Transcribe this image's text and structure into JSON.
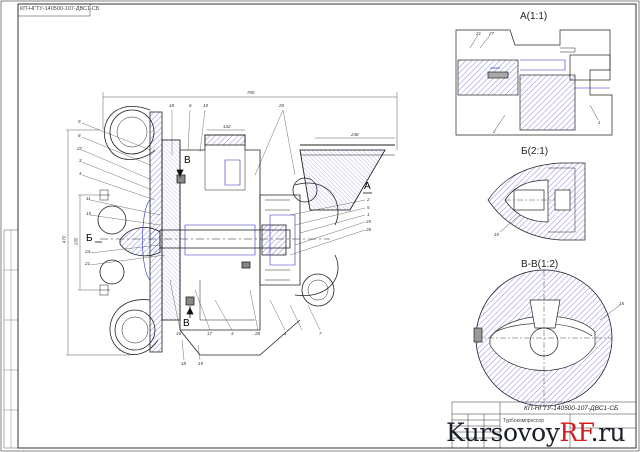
{
  "sheet": {
    "top_stamp": "КП-НГТУ-140500-107-ДВС1-СБ",
    "doc_number": "КП-НГТУ-140500-107-ДВС1-СБ",
    "title_block_text": "Турбокомпрессор"
  },
  "views": {
    "detail_a": "А(1:1)",
    "detail_b": "Б(2:1)",
    "section_vv": "В-В(1:2)"
  },
  "section_marks": {
    "a": "А",
    "b": "Б",
    "v_top": "В",
    "v_bottom": "В"
  },
  "dimensions": {
    "overall_length": "705",
    "d1": "132",
    "d2": "248",
    "h1": "470",
    "h2": "235"
  },
  "callouts": {
    "left": [
      "9",
      "8",
      "22",
      "3",
      "4",
      "11",
      "15",
      "24",
      "21"
    ],
    "top": [
      "18",
      "6",
      "10",
      "20"
    ],
    "right": [
      "2",
      "5",
      "1",
      "25",
      "26"
    ],
    "bottom": [
      "16",
      "17",
      "4",
      "28",
      "1",
      "7",
      "18",
      "19"
    ],
    "detail_a": [
      "21",
      "27",
      "2",
      "1"
    ],
    "detail_b": [
      "10"
    ],
    "section_vv": [
      "16"
    ]
  },
  "watermark": {
    "part1": "Kursovoy",
    "part2": "RF",
    "part3": ".ru"
  }
}
